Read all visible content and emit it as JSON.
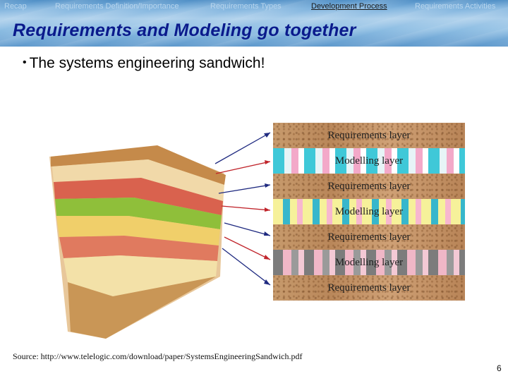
{
  "nav": {
    "items": [
      {
        "label": "Recap",
        "active": false
      },
      {
        "label": "Requirements Definition/Importance",
        "active": false
      },
      {
        "label": "Requirements Types",
        "active": false
      },
      {
        "label": "Development Process",
        "active": true
      },
      {
        "label": "Requirements Activities",
        "active": false
      }
    ]
  },
  "slide": {
    "title": "Requirements and Modeling go together",
    "bullet": "The systems engineering sandwich!",
    "bullet_marker": "•"
  },
  "figure": {
    "layers": [
      {
        "label": "Requirements layer",
        "kind": "requirements"
      },
      {
        "label": "Modelling layer",
        "kind": "modelling"
      },
      {
        "label": "Requirements layer",
        "kind": "requirements"
      },
      {
        "label": "Modelling layer",
        "kind": "modelling"
      },
      {
        "label": "Requirements layer",
        "kind": "requirements"
      },
      {
        "label": "Modelling layer",
        "kind": "modelling"
      },
      {
        "label": "Requirements layer",
        "kind": "requirements"
      }
    ],
    "arrow_colors": [
      "#1f2a80",
      "#c0242b"
    ]
  },
  "footer": {
    "source": "Source: http://www.telelogic.com/download/paper/SystemsEngineeringSandwich.pdf",
    "page_number": "6"
  }
}
